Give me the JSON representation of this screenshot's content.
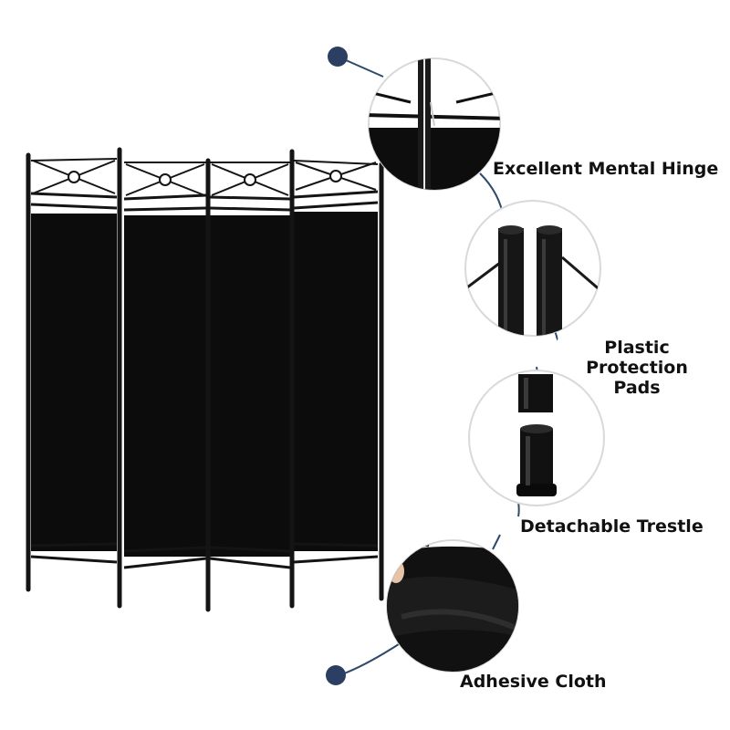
{
  "features": [
    {
      "label": "Excellent Mental Hinge",
      "icon": "hinge-closeup"
    },
    {
      "label_line1": "Plastic Protection",
      "label_line2": "Pads",
      "icon": "pads-closeup"
    },
    {
      "label": "Detachable Trestle",
      "icon": "trestle-closeup"
    },
    {
      "label": "Adhesive Cloth",
      "icon": "cloth-closeup"
    }
  ],
  "colors": {
    "frame": "#141414",
    "fabric": "#0c0c0c",
    "accent_line": "#2e4a6b",
    "dot": "#2b3f63",
    "circle_border": "#d9d9d9",
    "background": "#ffffff"
  }
}
